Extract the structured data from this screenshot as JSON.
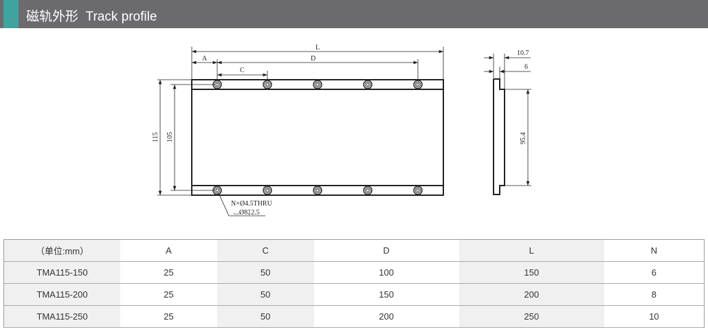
{
  "header": {
    "title": "磁轨外形  Track profile",
    "accent_color": "#3fa3a0",
    "bar_color": "#6b6b6e"
  },
  "drawing": {
    "dim_L": "L",
    "dim_A": "A",
    "dim_C": "C",
    "dim_D": "D",
    "dim_115": "115",
    "dim_105": "105",
    "hole_note_1": "N×Ø4.5THRU",
    "hole_note_2": "⌴Ø8↧2.5",
    "side_10_7": "10.7",
    "side_6": "6",
    "side_95_4": "95.4"
  },
  "table": {
    "headers": [
      "（单位:mm）",
      "A",
      "C",
      "D",
      "L",
      "N"
    ],
    "rows": [
      [
        "TMA115-150",
        "25",
        "50",
        "100",
        "150",
        "6"
      ],
      [
        "TMA115-200",
        "25",
        "50",
        "150",
        "200",
        "8"
      ],
      [
        "TMA115-250",
        "25",
        "50",
        "200",
        "250",
        "10"
      ]
    ]
  }
}
